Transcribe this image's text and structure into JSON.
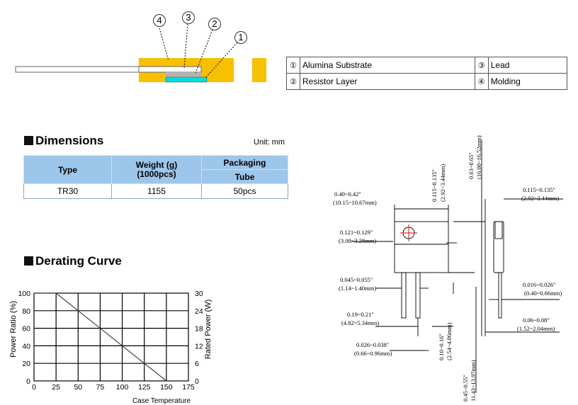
{
  "construction": {
    "callouts": [
      "4",
      "3",
      "2",
      "1"
    ],
    "colors": {
      "molding": "#f7c000",
      "substrate": "#00e0e0",
      "resistor": "#b4b4b4",
      "lead": "#ffffff"
    }
  },
  "materials": {
    "rows": [
      [
        {
          "num": "①",
          "label": "Alumina Substrate"
        },
        {
          "num": "③",
          "label": "Lead"
        }
      ],
      [
        {
          "num": "②",
          "label": "Resistor Layer"
        },
        {
          "num": "④",
          "label": "Molding"
        }
      ]
    ]
  },
  "dimensions": {
    "heading": "Dimensions",
    "unit": "Unit: mm",
    "headers": {
      "type": "Type",
      "weight": "Weight (g)\n(1000pcs)",
      "packaging": "Packaging",
      "tube": "Tube"
    },
    "row": {
      "type": "TR30",
      "weight": "1155",
      "tube": "50pcs"
    }
  },
  "derating": {
    "heading": "Derating Curve",
    "ylabel_left": "Power Ratio (%)",
    "ylabel_right": "Rated Power (W)",
    "xlabel": "Case Temperature"
  },
  "chart_data": {
    "type": "line",
    "x": [
      0,
      25,
      150
    ],
    "series": [
      {
        "values": [
          100,
          100,
          0
        ]
      }
    ],
    "xticks": [
      "0",
      "25",
      "50",
      "75",
      "100",
      "125",
      "150",
      "175"
    ],
    "yticks_left": [
      "0",
      "20",
      "40",
      "60",
      "80",
      "100"
    ],
    "yticks_right": [
      "0",
      "6",
      "12",
      "18",
      "24",
      "30"
    ],
    "xlim": [
      0,
      175
    ],
    "ylim": [
      0,
      100
    ],
    "grid": true
  },
  "drawing_labels": {
    "w040": "0.40~0.42\"",
    "w040mm": "(10.15~10.67mm)",
    "h0115": "0.115~0.135\"",
    "h0115mm": "(2.92~3.44mm)",
    "h063": "0.63~0.65\"",
    "h063mm": "(16.00~16.52mm)",
    "s0115": "0.115~0.135\"",
    "s0115mm": "(2.92~3.44mm)",
    "hole": "0.121~0.129\"",
    "holemm": "(3.08~3.28mm)",
    "lw": "0.045~0.055\"",
    "lwmm": "(1.14~1.40mm)",
    "lt": "0.016~0.026\"",
    "ltmm": "(0.40~0.66mm)",
    "pitch": "0.19~0.21\"",
    "pitchmm": "(4.82~5.34mm)",
    "off": "0.06~0.08\"",
    "offmm": "(1.52~2.04mm)",
    "lead": "0.026~0.038\"",
    "leadmm": "(0.66~0.96mm)",
    "l010": "0.10~0.16\"",
    "l010mm": "(2.54~4.06mm)",
    "l045": "0.45~0.55\"",
    "l045mm": "11.43~13.97mm)"
  }
}
